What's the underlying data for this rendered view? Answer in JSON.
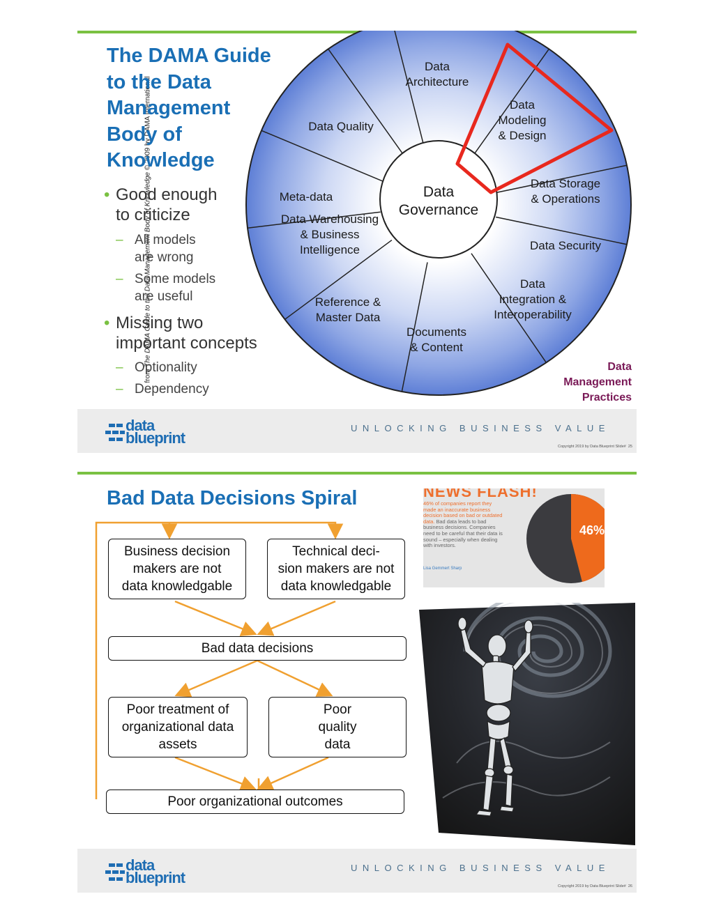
{
  "slide1": {
    "title_lines": [
      "The DAMA Guide",
      "to the Data",
      "Management",
      "Body of",
      "Knowledge"
    ],
    "side_caption_prefix": "from ",
    "side_caption_italic": "The DAMA Guide to the Data Management Body of Knowledge",
    "side_caption_suffix": " © 2009 by DAMA International",
    "bullet1": [
      "Good enough",
      "to criticize"
    ],
    "bullet1_subs": [
      [
        "All models",
        "are wrong"
      ],
      [
        "Some models",
        "are useful"
      ]
    ],
    "bullet2": [
      "Missing two",
      "important concepts"
    ],
    "bullet2_subs": [
      "Optionality",
      "Dependency"
    ],
    "wheel": {
      "center_lines": [
        "Data",
        "Governance"
      ],
      "segments": [
        {
          "lines": [
            "Data",
            "Architecture"
          ]
        },
        {
          "lines": [
            "Data",
            "Modeling",
            "& Design"
          ]
        },
        {
          "lines": [
            "Data Storage",
            "& Operations"
          ]
        },
        {
          "lines": [
            "Data Security"
          ]
        },
        {
          "lines": [
            "Data",
            "Integration &",
            "Interoperability"
          ]
        },
        {
          "lines": [
            "Documents",
            "& Content"
          ]
        },
        {
          "lines": [
            "Reference &",
            "Master Data"
          ]
        },
        {
          "lines": [
            "Data Warehousing",
            "& Business",
            "Intelligence"
          ]
        },
        {
          "lines": [
            "Meta-data"
          ]
        },
        {
          "lines": [
            "Data Quality"
          ]
        }
      ],
      "highlighted_segment": "Data Modeling & Design",
      "highlight_color": "#e8281e",
      "fill_color": "#6f8fde"
    },
    "caption_lines": [
      "Data",
      "Management",
      "Practices"
    ],
    "caption_color": "#7a1a57"
  },
  "slide2": {
    "title": "Bad Data Decisions Spiral",
    "boxes": {
      "business": [
        "Business decision",
        "makers are not",
        "data knowledgable"
      ],
      "technical": [
        "Technical deci-",
        "sion makers are not",
        "data knowledgable"
      ],
      "bad_decisions": "Bad data decisions",
      "poor_treatment": [
        "Poor treatment of",
        "organizational data",
        "assets"
      ],
      "poor_quality": [
        "Poor",
        "quality",
        "data"
      ],
      "outcomes": "Poor organizational outcomes"
    },
    "arrow_color": "#f0a030",
    "newsflash": {
      "headline": "NEWS FLASH!",
      "body_highlight": "46% of companies report they made an inaccurate business decision based on bad or outdated data.",
      "body_rest": " Bad data leads to bad business decisions. Companies need to be careful that their data is sound – especially when dealing with investors.",
      "author": "Lisa Gemmert Sharp",
      "percent_label": "46%",
      "percent_value": 46,
      "pie_colors": {
        "dark": "#3b3b3f",
        "highlight": "#ee6a1c"
      }
    }
  },
  "footer": {
    "logo_top": "data",
    "logo_bottom": "blueprint",
    "tagline": "UNLOCKING BUSINESS VALUE",
    "copyright": "Copyright   2019   by Data Blueprint   Slide#",
    "slide_numbers": [
      "25",
      "26"
    ],
    "brand_color": "#1e6db3",
    "accent_color": "#7ac142"
  }
}
